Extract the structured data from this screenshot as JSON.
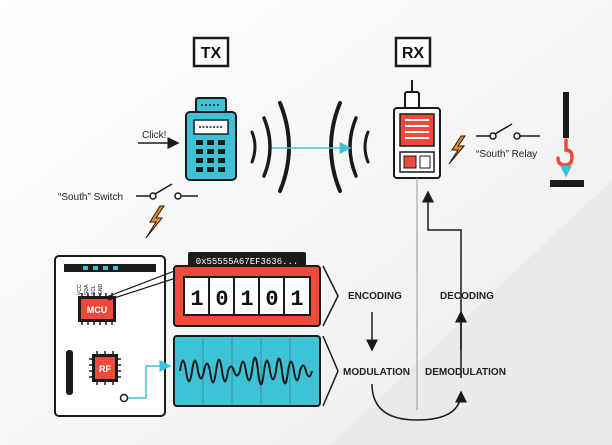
{
  "headers": {
    "tx": "TX",
    "rx": "RX"
  },
  "labels": {
    "click": "Click!",
    "south_switch": "“South” Switch",
    "south_relay": "“South” Relay",
    "encoding": "ENCODING",
    "decoding": "DECODING",
    "modulation": "MODULATION",
    "demodulation": "DEMODULATION"
  },
  "encoder": {
    "hex": "0x55555A67EF3636...",
    "bits": [
      "1",
      "0",
      "1",
      "0",
      "1"
    ]
  },
  "board": {
    "mcu_label": "MCU",
    "rf_label": "RF",
    "pins": [
      "VCC",
      "SDA",
      "SCL",
      "GND"
    ]
  },
  "colors": {
    "accent_red": "#ee4a3c",
    "accent_teal": "#3ec3d6",
    "accent_orange": "#f08c1e",
    "line": "#1a1a1a"
  },
  "icons": [
    "lightning-icon",
    "crane-hook-icon",
    "radio-waves-icon"
  ]
}
